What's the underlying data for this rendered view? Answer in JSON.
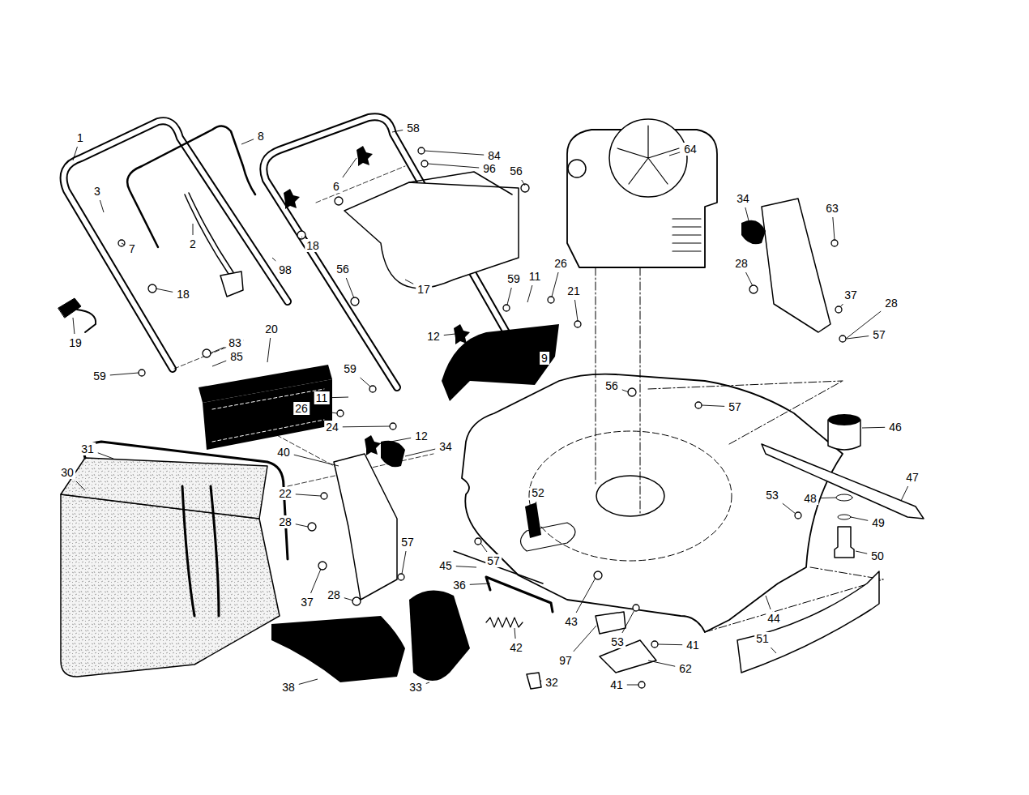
{
  "diagram": {
    "labels": [
      "1",
      "8",
      "58",
      "64",
      "3",
      "7",
      "2",
      "6",
      "84",
      "96",
      "56",
      "18",
      "98",
      "18",
      "56",
      "17",
      "26",
      "59",
      "11",
      "21",
      "34",
      "63",
      "28",
      "37",
      "28",
      "57",
      "19",
      "83",
      "85",
      "20",
      "12",
      "9",
      "59",
      "59",
      "56",
      "57",
      "11",
      "26",
      "24",
      "12",
      "46",
      "31",
      "40",
      "34",
      "52",
      "30",
      "22",
      "47",
      "53",
      "48",
      "49",
      "28",
      "57",
      "57",
      "50",
      "45",
      "36",
      "37",
      "28",
      "43",
      "42",
      "44",
      "51",
      "97",
      "53",
      "41",
      "62",
      "38",
      "33",
      "32",
      "41"
    ]
  }
}
